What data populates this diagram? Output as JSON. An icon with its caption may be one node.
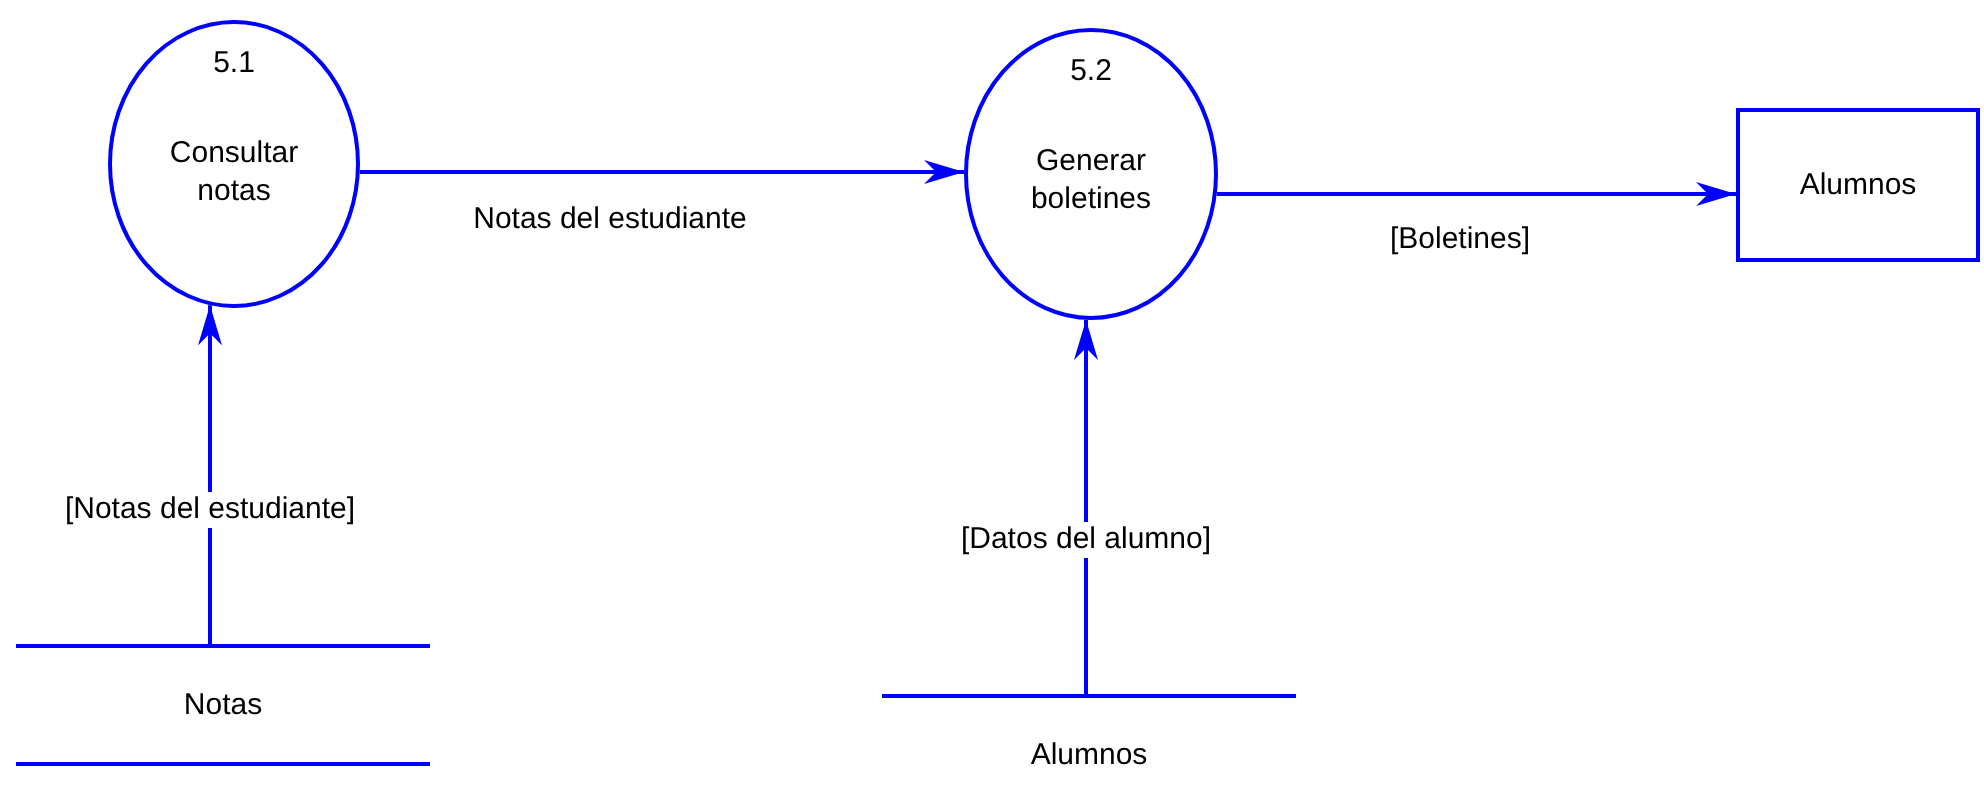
{
  "diagram": {
    "nodes": [
      {
        "text": [
          "5.1",
          "Consultar notas"
        ]
      },
      {
        "text": [
          "5.2",
          "Generar boletines"
        ]
      },
      {
        "text": [
          "Alumnos"
        ]
      },
      {
        "text": [
          "Notas"
        ]
      },
      {
        "text": [
          "Alumnos"
        ]
      }
    ],
    "edges": [
      {
        "from": 0,
        "to": 1,
        "arrow": "to",
        "label": "Notas del estudiante"
      },
      {
        "from": 1,
        "to": 2,
        "arrow": "to",
        "label": "[Boletines]"
      },
      {
        "from": 3,
        "to": 0,
        "arrow": "to",
        "label": "[Notas del estudiante]"
      },
      {
        "from": 4,
        "to": 1,
        "arrow": "to",
        "label": "[Datos del alumno]"
      }
    ]
  }
}
